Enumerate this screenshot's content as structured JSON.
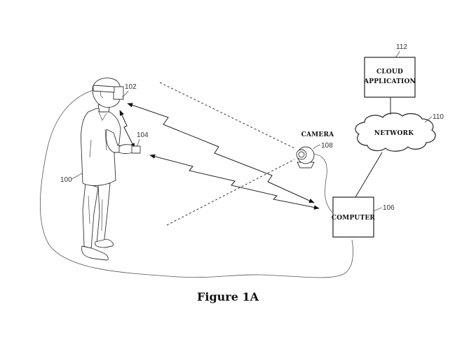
{
  "figure": {
    "caption": "Figure 1A",
    "components": {
      "user": {
        "ref": "100"
      },
      "hmd": {
        "ref": "102"
      },
      "controller": {
        "ref": "104"
      },
      "computer": {
        "label": "COMPUTER",
        "ref": "106"
      },
      "camera": {
        "label": "CAMERA",
        "ref": "108"
      },
      "network": {
        "label": "NETWORK",
        "ref": "110"
      },
      "cloud_application": {
        "label_line1": "CLOUD",
        "label_line2": "APPLICATION",
        "ref": "112"
      }
    }
  }
}
